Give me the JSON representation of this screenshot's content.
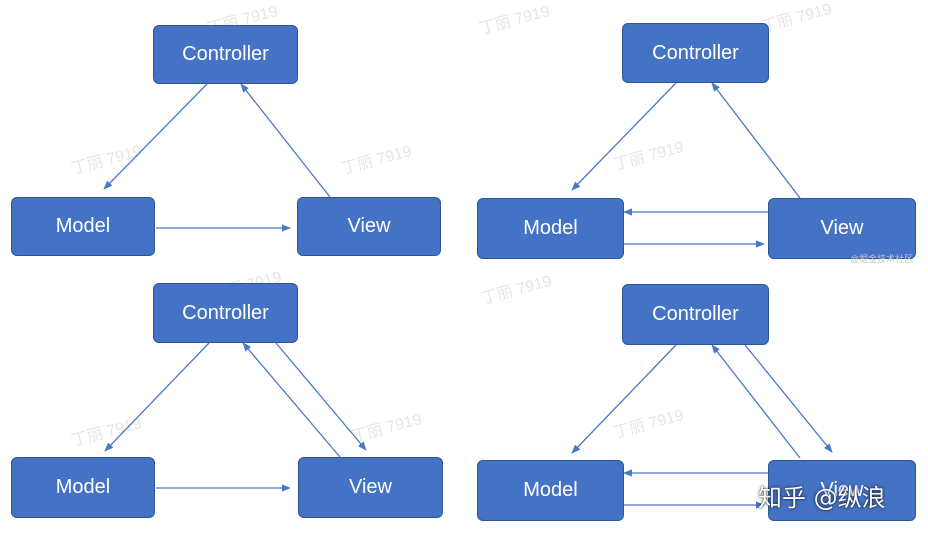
{
  "diagrams": [
    {
      "controller": "Controller",
      "model": "Model",
      "view": "View"
    },
    {
      "controller": "Controller",
      "model": "Model",
      "view": "View"
    },
    {
      "controller": "Controller",
      "model": "Model",
      "view": "View"
    },
    {
      "controller": "Controller",
      "model": "Model",
      "view": "View"
    }
  ],
  "watermark_text": "丁丽 7919",
  "site_watermark": "@掘金技术社区",
  "brand_watermark": "知乎 @纵浪",
  "colors": {
    "box_fill": "#4472c4",
    "box_border": "#2f5597",
    "arrow": "#4a78c8"
  }
}
